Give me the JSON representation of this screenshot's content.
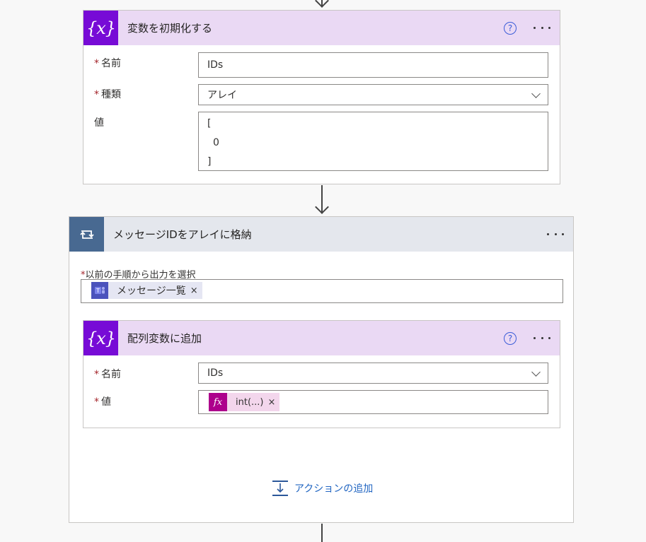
{
  "init_card": {
    "title": "変数を初期化する",
    "help_glyph": "?",
    "icon_text": "{x}",
    "name_label": "名前",
    "name_value": "IDs",
    "type_label": "種類",
    "type_value": "アレイ",
    "value_label": "値",
    "value_lines": [
      "[",
      "0",
      "]"
    ],
    "required_mark": "*"
  },
  "loop_card": {
    "title": "メッセージIDをアレイに格納",
    "select_label": "以前の手順から出力を選択",
    "token_label": "メッセージ一覧",
    "token_close": "×",
    "add_action_label": "アクションの追加"
  },
  "append_card": {
    "title": "配列変数に追加",
    "help_glyph": "?",
    "icon_text": "{x}",
    "name_label": "名前",
    "name_value": "IDs",
    "value_label": "値",
    "fx_glyph": "fx",
    "token_label": "int(...)",
    "token_close": "×"
  },
  "colors": {
    "variable_accent": "#770bd6",
    "variable_header": "#ead9f4",
    "loop_accent": "#486991",
    "loop_header": "#e4e7ed",
    "required": "#a4262c",
    "link": "#2266c2",
    "expression_accent": "#ad008c"
  }
}
